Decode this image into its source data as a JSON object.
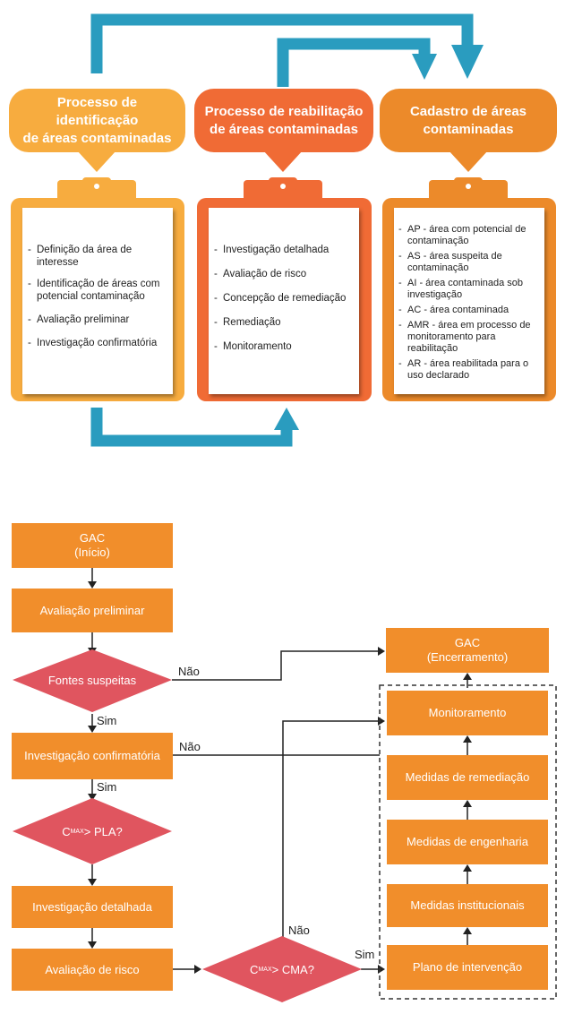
{
  "process": {
    "identificacao": {
      "title": "Processo de identificação\nde áreas contaminadas",
      "items": [
        "Definição da área de interesse",
        "Identificação de áreas com potencial contaminação",
        "Avaliação preliminar",
        "Investigação confirmatória"
      ]
    },
    "reabilitacao": {
      "title": "Processo de reabilitação\nde áreas contaminadas",
      "items": [
        "Investigação detalhada",
        "Avaliação de risco",
        "Concepção de remediação",
        "Remediação",
        "Monitoramento"
      ]
    },
    "cadastro": {
      "title": "Cadastro de áreas\ncontaminadas",
      "items": [
        "AP - área com potencial de contaminação",
        "AS - área suspeita de contaminação",
        "AI - área contaminada sob investigação",
        "AC - área contaminada",
        "AMR - área em processo de monitoramento para reabilitação",
        "AR - área reabilitada para o uso declarado"
      ]
    }
  },
  "flow": {
    "gac_inicio": "GAC\n(Início)",
    "avaliacao_preliminar": "Avaliação preliminar",
    "fontes_suspeitas": "Fontes suspeitas",
    "investigacao_confirmatoria": "Investigação confirmatória",
    "cmax_pla": {
      "c": "C",
      "sub": "MAX",
      "rest": " > PLA?"
    },
    "investigacao_detalhada": "Investigação detalhada",
    "avaliacao_risco": "Avaliação de risco",
    "cmax_cma": {
      "c": "C",
      "sub": "MAX",
      "rest": " > CMA?"
    },
    "gac_encerramento": "GAC\n(Encerramento)",
    "monitoramento": "Monitoramento",
    "medidas_remediacao": "Medidas de remediação",
    "medidas_engenharia": "Medidas de engenharia",
    "medidas_institucionais": "Medidas institucionais",
    "plano_intervencao": "Plano de intervenção",
    "labels": {
      "sim": "Sim",
      "nao": "Não"
    }
  },
  "colors": {
    "yellow": "#f7ac3f",
    "orange_red": "#f06b35",
    "orange": "#ec8a2a",
    "teal": "#2a9cbf",
    "flow_box": "#f18e2b",
    "diamond": "#e0555f"
  }
}
